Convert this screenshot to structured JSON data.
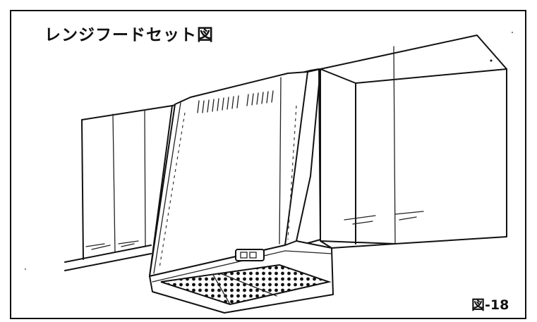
{
  "title": "レンジフードセット図",
  "figure_number": "図-18",
  "colors": {
    "ink": "#111111",
    "paper": "#ffffff"
  },
  "illustration": "range-hood-set-line-drawing"
}
